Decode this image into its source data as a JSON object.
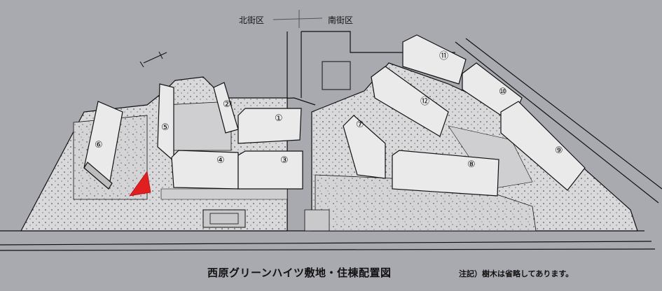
{
  "direction": {
    "north": "北街区",
    "south": "南街区"
  },
  "title": "西原グリーンハイツ敷地・住棟配置図",
  "note": "注記）樹木は省略してあります。",
  "buildings": [
    "①",
    "②",
    "③",
    "④",
    "⑤",
    "⑥",
    "⑦",
    "⑧",
    "⑨",
    "⑩",
    "⑪",
    "⑫"
  ],
  "colors": {
    "background": "#a9a9b0",
    "site": "#d6d6d8",
    "building": "#f2f2f2",
    "outline": "#111111",
    "viewpoint": "#e02020"
  }
}
